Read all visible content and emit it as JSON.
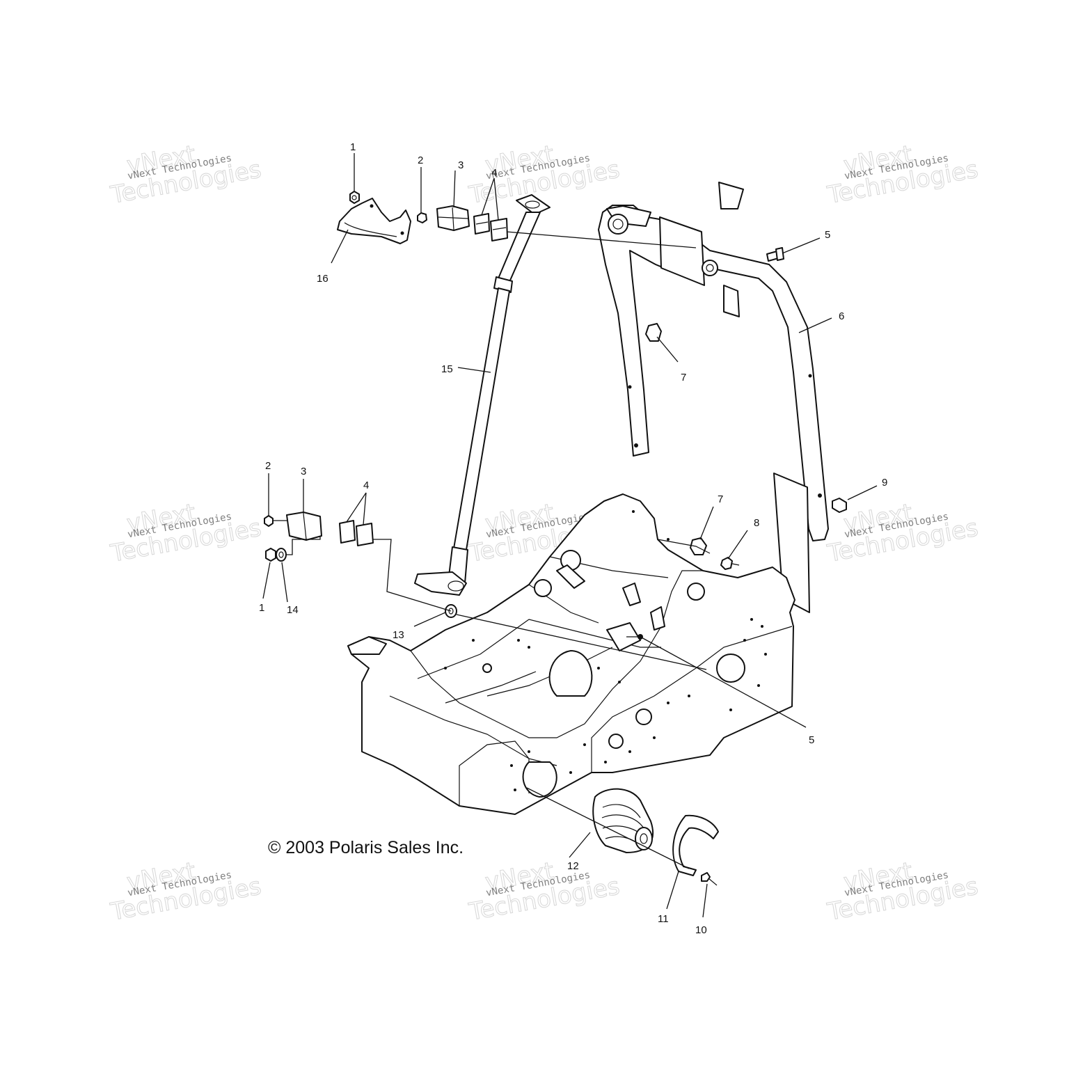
{
  "copyright": "© 2003 Polaris Sales Inc.",
  "watermark": {
    "company_line": "vNext Technologies",
    "brand_word": "vNext",
    "tech_word": "Technologies"
  },
  "callouts": [
    "1",
    "2",
    "3",
    "4",
    "16",
    "5",
    "6",
    "7",
    "15",
    "2",
    "3",
    "4",
    "9",
    "7",
    "8",
    "1",
    "14",
    "13",
    "5",
    "12",
    "11",
    "10"
  ]
}
